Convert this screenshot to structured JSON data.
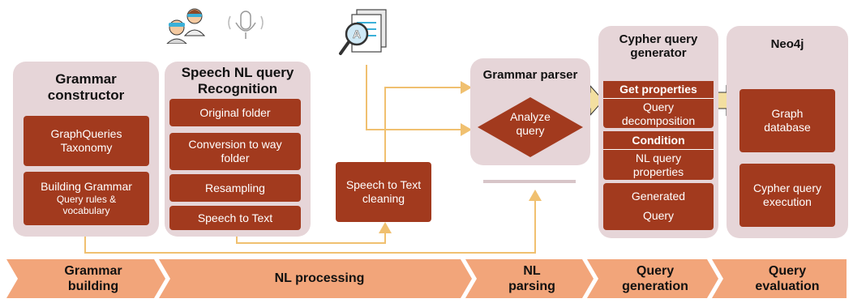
{
  "colors": {
    "panel": "#e6d5d8",
    "box": "#a23a1e",
    "arrow": "#f0c070",
    "stage": "#f2a57a"
  },
  "panels": {
    "grammar_constructor": {
      "title": "Grammar constructor"
    },
    "speech_recognition": {
      "title": "Speech NL query Recognition"
    },
    "grammar_parser": {
      "title": "Grammar parser"
    },
    "cypher_generator": {
      "title": "Cypher query generator"
    },
    "neo4j": {
      "title": "Neo4j"
    }
  },
  "boxes": {
    "graphqueries_taxonomy": "GraphQueries Taxonomy",
    "building_grammar": "Building Grammar",
    "building_grammar_sub": "Query rules & vocabulary",
    "original_folder": "Original folder",
    "conversion": "Conversion to way folder",
    "resampling": "Resampling",
    "speech_to_text": "Speech to Text",
    "speech_cleaning": "Speech to Text cleaning",
    "analyze_query": "Analyze query",
    "get_properties": "Get properties",
    "query_decomposition": "Query decomposition",
    "condition": "Condition",
    "nl_query_properties": "NL query properties",
    "generated_query": "Generated Query",
    "graph_database": "Graph database",
    "cypher_execution": "Cypher query execution"
  },
  "icons": [
    "people-icon",
    "microphone-icon",
    "document-search-icon"
  ],
  "stages": [
    {
      "line1": "Grammar",
      "line2": "building"
    },
    {
      "line1": "NL processing",
      "line2": ""
    },
    {
      "line1": "NL",
      "line2": "parsing"
    },
    {
      "line1": "Query",
      "line2": "generation"
    },
    {
      "line1": "Query",
      "line2": "evaluation"
    }
  ]
}
